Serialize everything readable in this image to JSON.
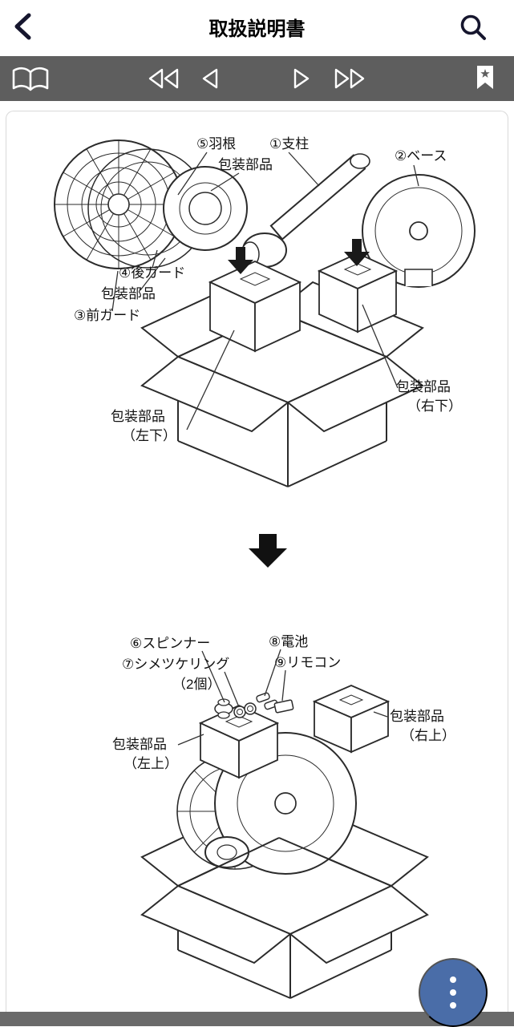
{
  "header": {
    "title": "取扱説明書"
  },
  "toolbar": {
    "icons": {
      "contents": "book-icon",
      "first_page": "double-chevron-left-icon",
      "prev_page": "chevron-left-icon",
      "next_page": "chevron-right-icon",
      "last_page": "double-chevron-right-icon",
      "bookmark": "bookmark-star-icon"
    }
  },
  "colors": {
    "toolbar_bg": "#5e5e5e",
    "bottom_bar_bg": "#6a6a6a",
    "fab_bg": "#4a6da8",
    "header_ink": "#16162e",
    "drawing_ink": "#2b2b2b"
  },
  "diagram_top": {
    "labels": {
      "blade": "⑤羽根",
      "blade_packing": "包装部品",
      "pillar": "①支柱",
      "base": "②ベース",
      "rear_guard": "④後ガード",
      "guard_packing": "包装部品",
      "front_guard": "③前ガード",
      "packing_lower_left_1": "包装部品",
      "packing_lower_left_2": "（左下）",
      "packing_lower_right_1": "包装部品",
      "packing_lower_right_2": "（右下）"
    }
  },
  "diagram_bottom": {
    "labels": {
      "spinner": "⑥スピンナー",
      "ring": "⑦シメツケリング",
      "ring_qty": "（2個）",
      "battery": "⑧電池",
      "remote": "⑨リモコン",
      "packing_upper_right_1": "包装部品",
      "packing_upper_right_2": "（右上）",
      "packing_upper_left_1": "包装部品",
      "packing_upper_left_2": "（左上）"
    }
  }
}
